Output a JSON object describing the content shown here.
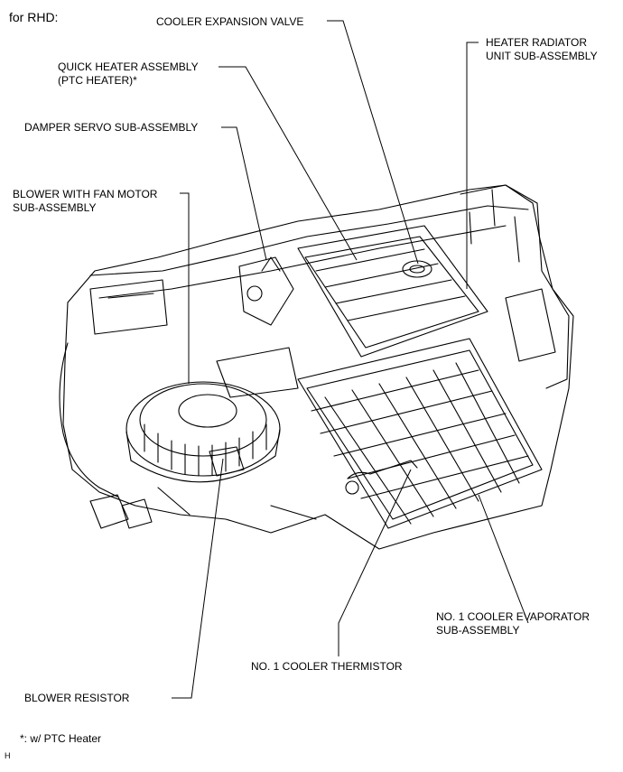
{
  "header": {
    "variant": "for RHD:"
  },
  "labels": {
    "cooler_expansion_valve": "COOLER EXPANSION VALVE",
    "heater_radiator": "HEATER RADIATOR\nUNIT SUB-ASSEMBLY",
    "quick_heater": "QUICK HEATER ASSEMBLY\n(PTC HEATER)*",
    "damper_servo": "DAMPER SERVO SUB-ASSEMBLY",
    "blower_fan_motor": "BLOWER WITH FAN MOTOR\nSUB-ASSEMBLY",
    "cooler_evaporator": "NO. 1 COOLER EVAPORATOR\nSUB-ASSEMBLY",
    "cooler_thermistor": "NO. 1 COOLER THERMISTOR",
    "blower_resistor": "BLOWER RESISTOR"
  },
  "footnote": "*: w/ PTC Heater",
  "figure_code": "H"
}
